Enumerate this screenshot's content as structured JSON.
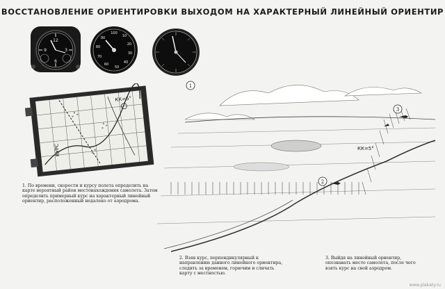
{
  "title": "ВОССТАНОВЛЕНИЕ ОРИЕНТИРОВКИ ВЫХОДОМ НА ХАРАКТЕРНЫЙ ЛИНЕЙНЫЙ ОРИЕНТИР",
  "instruments": [
    {
      "name": "clock",
      "numbers": [
        "12",
        "3",
        "6",
        "9"
      ]
    },
    {
      "name": "airspeed-indicator",
      "numbers": [
        "10",
        "20",
        "30",
        "40",
        "50",
        "60",
        "70",
        "80",
        "90",
        "100"
      ]
    },
    {
      "name": "compass",
      "numbers": []
    }
  ],
  "map": {
    "label_course": "КК=5°",
    "label_vertical": "КУРС"
  },
  "scene": {
    "markers": [
      "1",
      "2",
      "3"
    ],
    "course_label": "КК=5°"
  },
  "captions": {
    "step1": "1. По времени, скорости и курсу полета определить на карте вероятный район местонахождения самолета. Затем определить примерный курс на характерный линейный ориентир, расположенный недалеко от аэродрома.",
    "step2": "2. Взяв курс, перпендикулярный к направлению данного линейного ориентира, следить за временем, горючим и сличать карту с местностью.",
    "step3": "3. Выйдя на линейный ориентир, опознавать место самолета, после чего взять курс на свой аэродром."
  },
  "watermark": "www.plakaty.ru"
}
